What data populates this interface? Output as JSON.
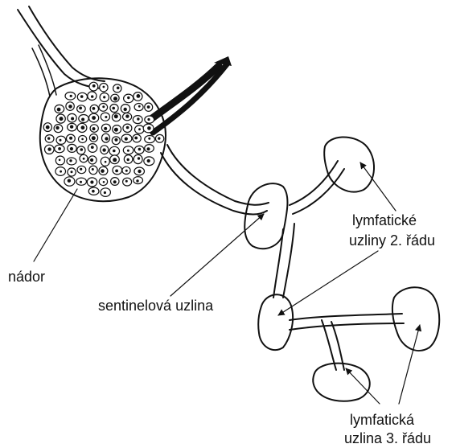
{
  "labels": {
    "tumor": "nádor",
    "sentinel": "sentinelová uzlina",
    "second_order_line1": "lymfatické",
    "second_order_line2": "uzliny 2. řádu",
    "third_order_line1": "lymfatická",
    "third_order_line2": "uzlina 3. řádu"
  },
  "colors": {
    "ink": "#111111",
    "background": "#ffffff"
  }
}
